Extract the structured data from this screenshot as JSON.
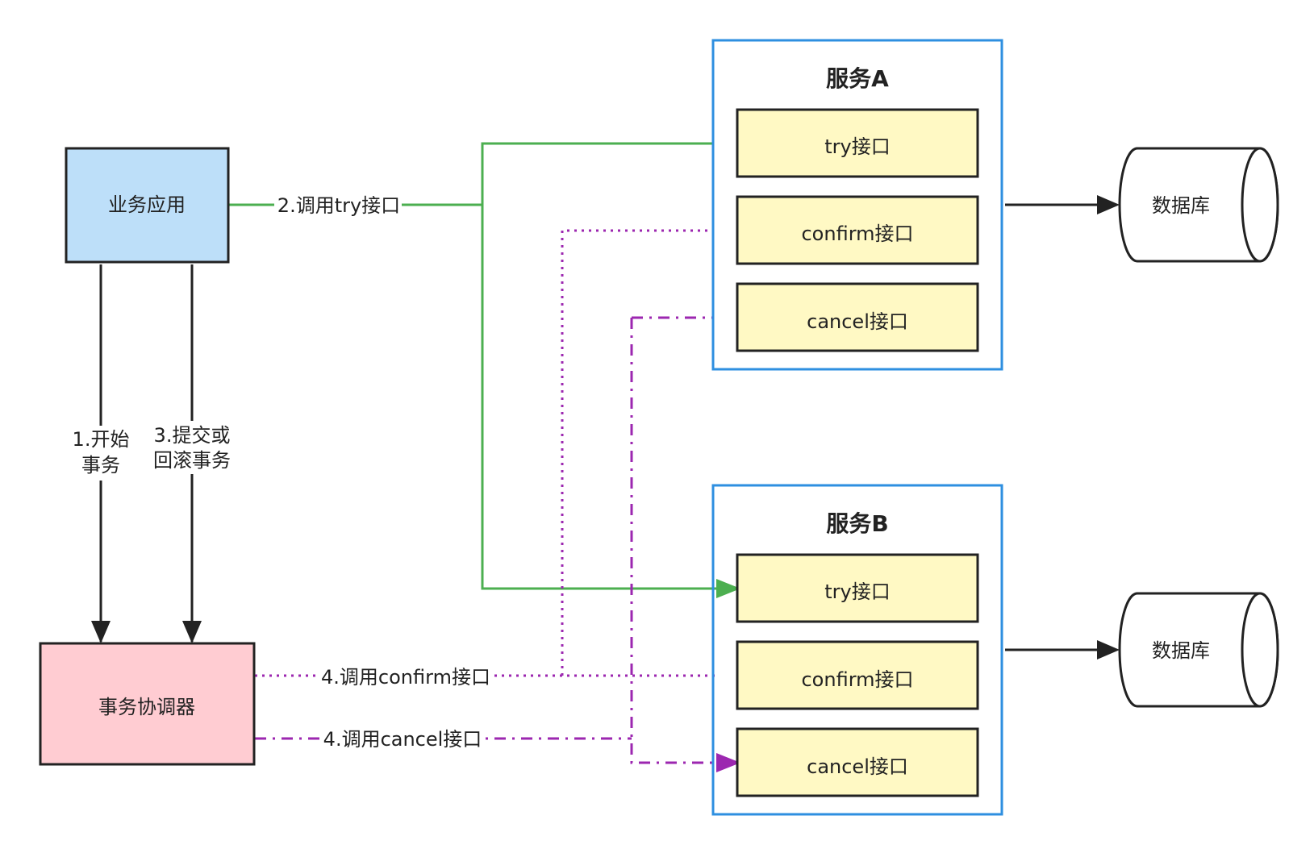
{
  "nodes": {
    "business_app": "业务应用",
    "coordinator": "事务协调器",
    "service_a": {
      "title": "服务A",
      "try": "try接口",
      "confirm": "confirm接口",
      "cancel": "cancel接口"
    },
    "service_b": {
      "title": "服务B",
      "try": "try接口",
      "confirm": "confirm接口",
      "cancel": "cancel接口"
    },
    "database_a": "数据库",
    "database_b": "数据库"
  },
  "edges": {
    "begin_tx": [
      "1.开始",
      "事务"
    ],
    "call_try": "2.调用try接口",
    "commit_or_rollback": [
      "3.提交或",
      "回滚事务"
    ],
    "call_confirm": "4.调用confirm接口",
    "call_cancel": "4.调用cancel接口"
  },
  "colors": {
    "business_app_fill": "#bddff9",
    "coordinator_fill": "#ffccd2",
    "interface_fill": "#fff9c4",
    "service_border": "#2e8fe0",
    "try_line": "#4caf50",
    "confirm_cancel_line": "#9c27b0",
    "db_line": "#222222"
  }
}
